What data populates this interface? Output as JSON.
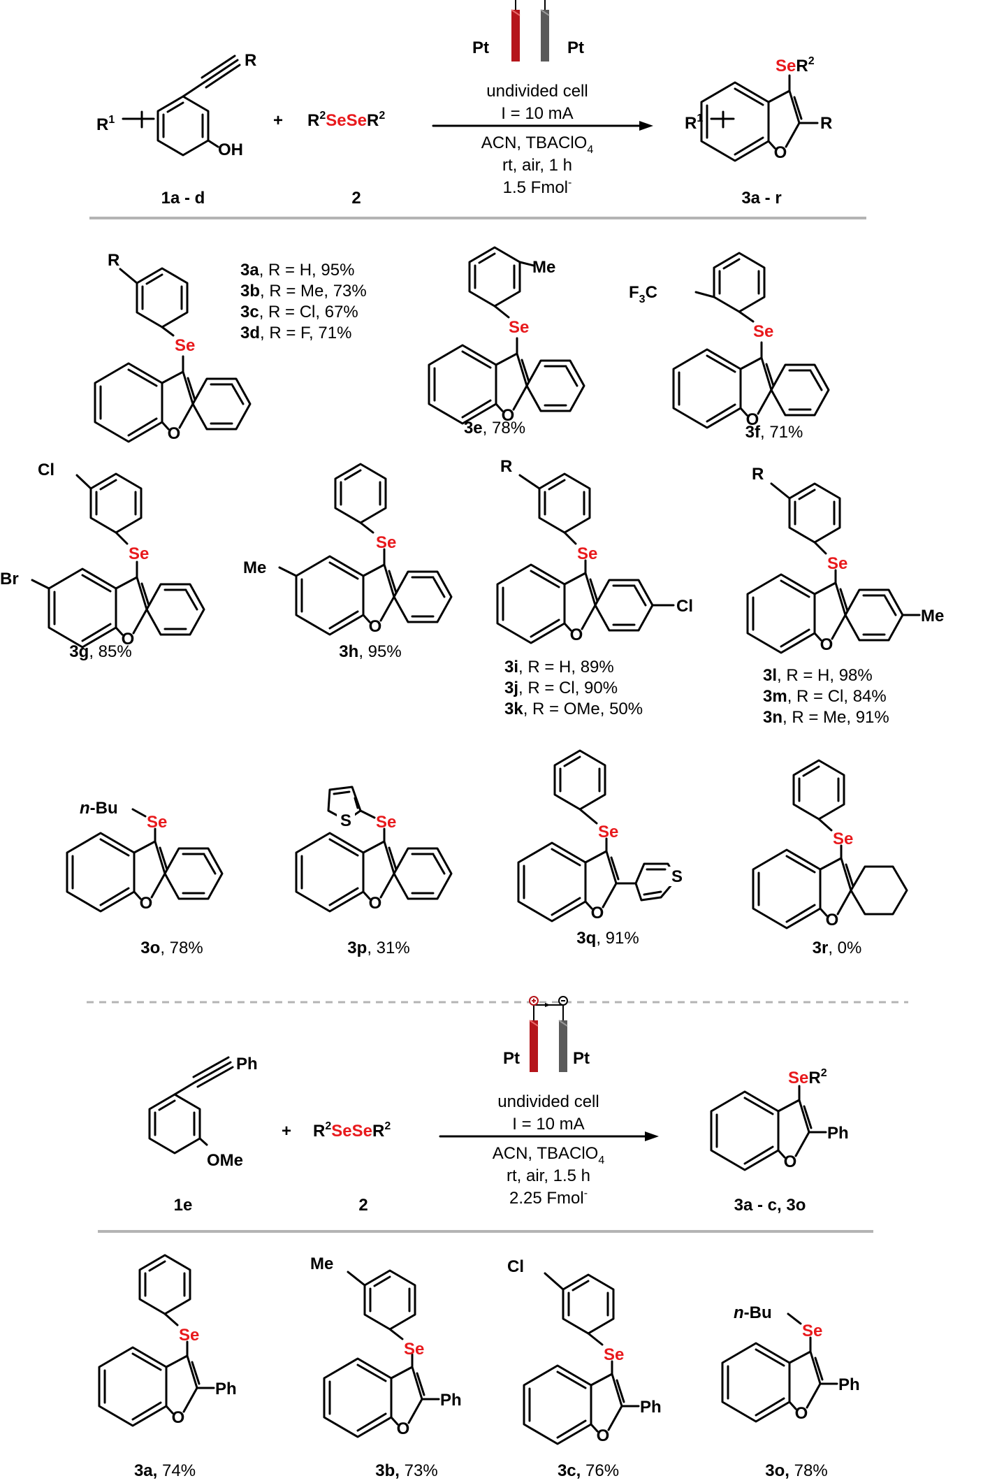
{
  "top_scheme": {
    "electrode_left": "Pt",
    "electrode_right": "Pt",
    "plus_sign": "+",
    "reactant_substituent": "R",
    "reactant_r1": "R",
    "reactant_r1_sup": "1",
    "reactant_oh": "OH",
    "reactant_label": "1a - d",
    "reagent_r2a": "R",
    "reagent_sup": "2",
    "reagent_sese": "SeSe",
    "reagent_r2b": "R",
    "reagent_label": "2",
    "conditions": [
      "undivided cell",
      "I = 10 mA",
      "ACN, TBAClO",
      "rt, air, 1 h",
      "1.5 Fmol"
    ],
    "cond_subscript": "4",
    "cond_superscript": "-",
    "product_se": "Se",
    "product_r": "R",
    "product_sup": "2",
    "product_r1": "R",
    "product_r1_sup": "1",
    "product_o": "O",
    "product_r_sub": "R",
    "product_label": "3a - r"
  },
  "products_top": [
    {
      "id": "3a",
      "text": ", R = H, 95%"
    },
    {
      "id": "3b",
      "text": ", R = Me, 73%"
    },
    {
      "id": "3c",
      "text": ", R = Cl, 67%"
    },
    {
      "id": "3d",
      "text": ", R = F, 71%"
    },
    {
      "id": "3e",
      "text": ", 78%"
    },
    {
      "id": "3f",
      "text": ", 71%"
    },
    {
      "id": "3g",
      "text": ", 85%"
    },
    {
      "id": "3h",
      "text": ", 95%"
    },
    {
      "id": "3i",
      "text": ", R = H, 89%"
    },
    {
      "id": "3j",
      "text": ", R = Cl, 90%"
    },
    {
      "id": "3k",
      "text": ", R = OMe, 50%"
    },
    {
      "id": "3l",
      "text": ", R = H, 98%"
    },
    {
      "id": "3m",
      "text": ", R = Cl, 84%"
    },
    {
      "id": "3n",
      "text": ", R = Me, 91%"
    },
    {
      "id": "3o",
      "text": ", 78%"
    },
    {
      "id": "3p",
      "text": ", 31%"
    },
    {
      "id": "3q",
      "text": ", 91%"
    },
    {
      "id": "3r",
      "text": ", 0%"
    }
  ],
  "atom_labels": {
    "se": "Se",
    "o": "O",
    "s": "S",
    "r": "R",
    "me": "Me",
    "cl": "Cl",
    "br": "Br",
    "f3c": "F",
    "f3c_sub": "3",
    "f3c_c": "C",
    "nbu": "n",
    "nbu_rest": "-Bu",
    "ph": "Ph",
    "ome": "OMe"
  },
  "bottom_scheme": {
    "electrode_left": "Pt",
    "electrode_right": "Pt",
    "plus_sign": "+",
    "reactant_ph": "Ph",
    "reactant_ome": "OMe",
    "reactant_label": "1e",
    "reagent_label": "2",
    "conditions": [
      "undivided cell",
      "I = 10 mA",
      "ACN, TBAClO",
      "rt, air, 1.5 h",
      "2.25 Fmol"
    ],
    "product_label": "3a - c, 3o"
  },
  "products_bottom": [
    {
      "id": "3a,",
      "text": " 74%"
    },
    {
      "id": "3b,",
      "text": " 73%"
    },
    {
      "id": "3c,",
      "text": " 76%"
    },
    {
      "id": "3o,",
      "text": " 78%"
    }
  ],
  "colors": {
    "selenium": "#e8191c",
    "anode": "#b5151b",
    "cathode": "#555555",
    "separator": "#b4b4b4"
  }
}
